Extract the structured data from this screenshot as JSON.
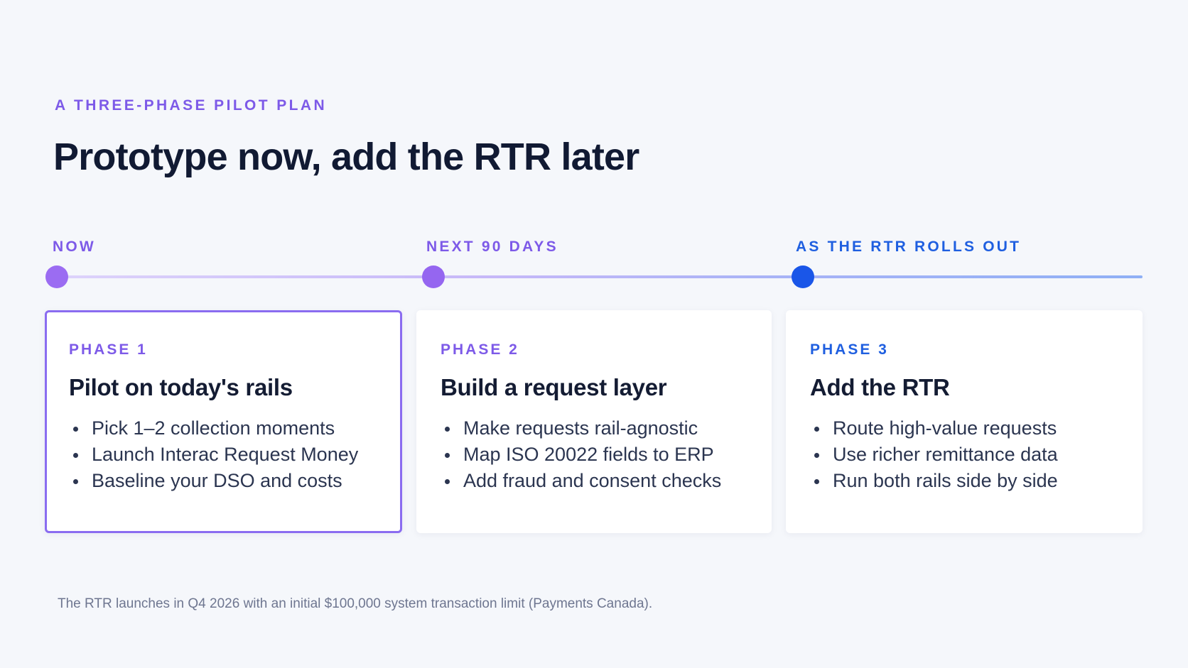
{
  "eyebrow": "A THREE-PHASE PILOT PLAN",
  "title": "Prototype now, add the RTR later",
  "colors": {
    "purple": "#7d5ae8",
    "purple_dot": "#9b6cf2",
    "blue": "#1f5fe0",
    "blue_dot": "#1a56e8"
  },
  "timeline": {
    "nodes": [
      {
        "label": "NOW"
      },
      {
        "label": "NEXT 90 DAYS"
      },
      {
        "label": "AS THE RTR ROLLS OUT"
      }
    ]
  },
  "phases": [
    {
      "tag": "PHASE 1",
      "heading": "Pilot on today's rails",
      "items": [
        "Pick 1–2 collection moments",
        "Launch Interac Request Money",
        "Baseline your DSO and costs"
      ]
    },
    {
      "tag": "PHASE 2",
      "heading": "Build a request layer",
      "items": [
        "Make requests rail-agnostic",
        "Map ISO 20022 fields to ERP",
        "Add fraud and consent checks"
      ]
    },
    {
      "tag": "PHASE 3",
      "heading": "Add the RTR",
      "items": [
        "Route high-value requests",
        "Use richer remittance data",
        "Run both rails side by side"
      ]
    }
  ],
  "footnote": "The RTR launches in Q4 2026 with an initial $100,000 system transaction limit (Payments Canada)."
}
